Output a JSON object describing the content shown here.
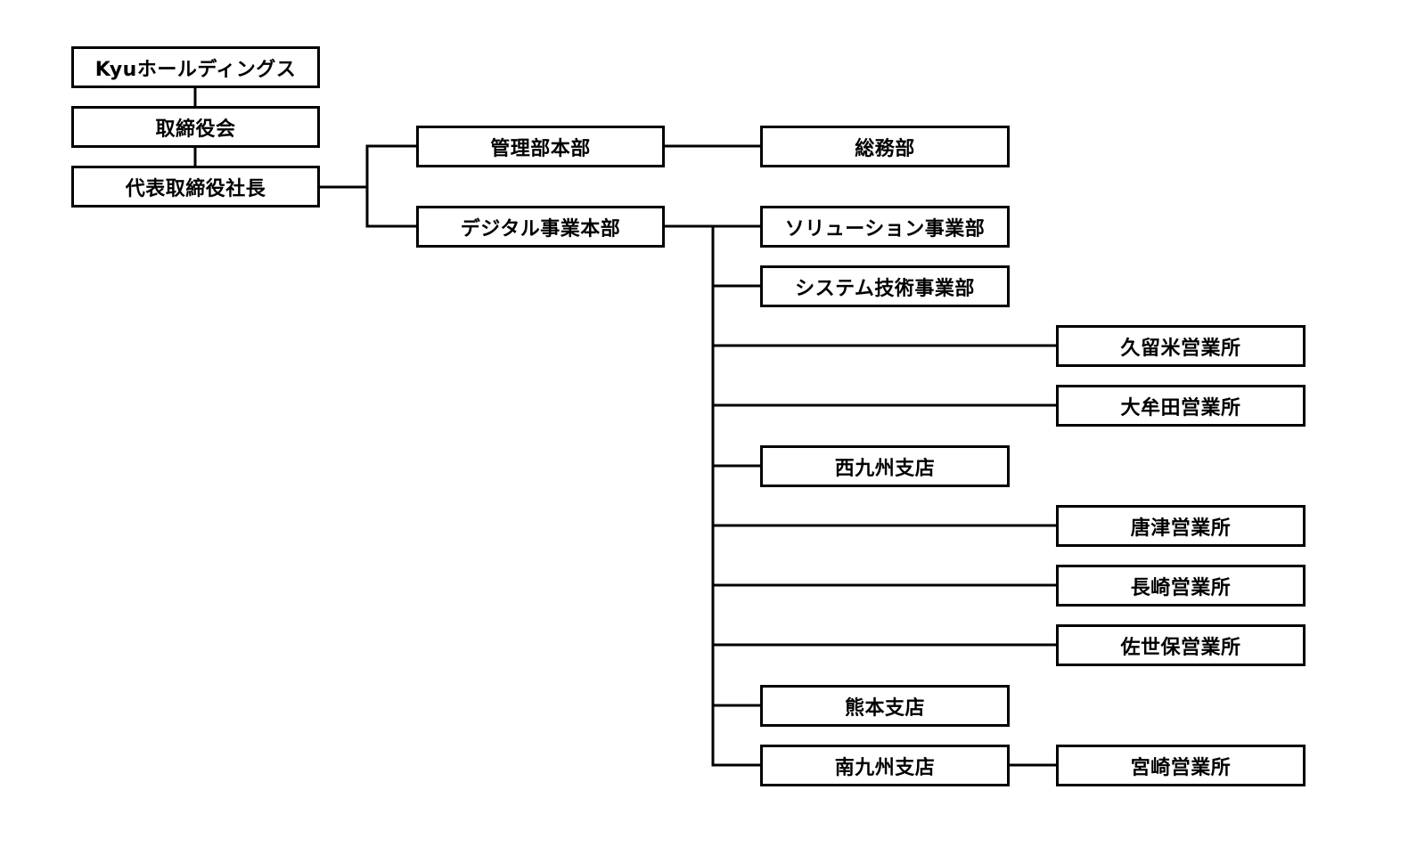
{
  "org_chart": {
    "holdings": "Kyuホールディングス",
    "board": "取締役会",
    "president": "代表取締役社長",
    "kanri_honbu": "管理部本部",
    "digital_honbu": "デジタル事業本部",
    "somu": "総務部",
    "solution": "ソリューション事業部",
    "system": "システム技術事業部",
    "kurume": "久留米営業所",
    "omuta": "大牟田営業所",
    "nishikyushu": "西九州支店",
    "karatsu": "唐津営業所",
    "nagasaki": "長崎営業所",
    "sasebo": "佐世保営業所",
    "kumamoto": "熊本支店",
    "minamikyushu": "南九州支店",
    "miyazaki": "宮崎営業所"
  },
  "colors": {
    "line": "#000000",
    "border": "#000000",
    "background": "#ffffff"
  }
}
